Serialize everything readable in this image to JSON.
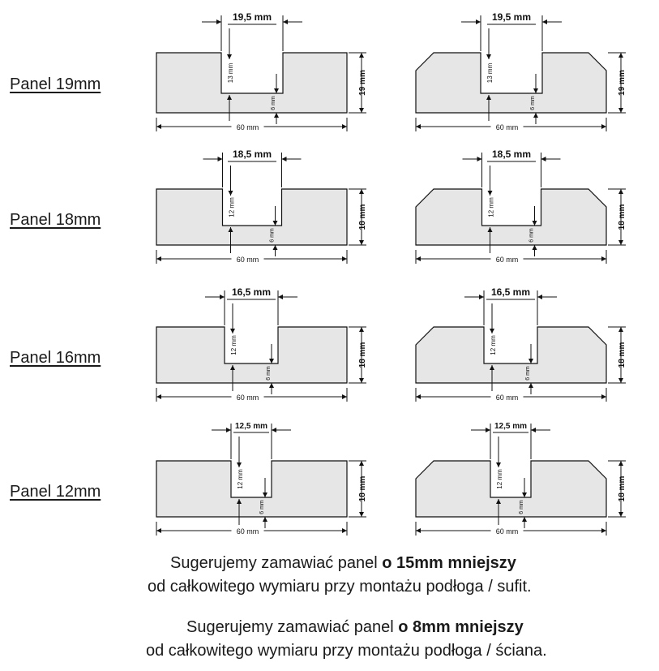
{
  "panels": [
    {
      "label": "Panel 19mm",
      "slot_width": "19,5 mm",
      "slot_depth": "13 mm",
      "thickness": "19 mm",
      "bottom": "6 mm",
      "width": "60 mm"
    },
    {
      "label": "Panel 18mm",
      "slot_width": "18,5 mm",
      "slot_depth": "12 mm",
      "thickness": "18 mm",
      "bottom": "6 mm",
      "width": "60 mm"
    },
    {
      "label": "Panel 16mm",
      "slot_width": "16,5 mm",
      "slot_depth": "12 mm",
      "thickness": "18 mm",
      "bottom": "6 mm",
      "width": "60 mm"
    },
    {
      "label": "Panel 12mm",
      "slot_width": "12,5 mm",
      "slot_depth": "12 mm",
      "thickness": "18 mm",
      "bottom": "6 mm",
      "width": "60 mm"
    }
  ],
  "notes": [
    {
      "prefix": "Sugerujemy zamawiać panel ",
      "bold": "o 15mm mniejszy",
      "line2": "od całkowitego wymiaru przy montażu podłoga / sufit."
    },
    {
      "prefix": "Sugerujemy zamawiać panel ",
      "bold": "o 8mm mniejszy",
      "line2": "od całkowitego wymiaru przy montażu podłoga / ściana."
    }
  ],
  "colors": {
    "profile_fill": "#e6e6e6",
    "stroke": "#111111"
  }
}
